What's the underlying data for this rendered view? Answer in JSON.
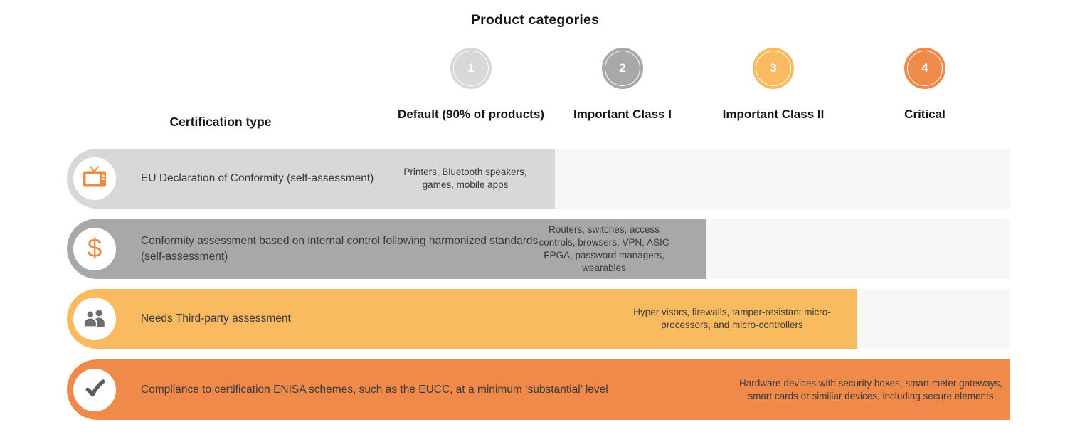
{
  "title": "Product categories",
  "certification_column": {
    "header": "Certification type"
  },
  "categories": [
    {
      "number": "1",
      "label": "Default (90% of products)",
      "color": "#d8d8d8"
    },
    {
      "number": "2",
      "label": "Important Class I",
      "color": "#a8a8a8"
    },
    {
      "number": "3",
      "label": "Important Class II",
      "color": "#f9ba60"
    },
    {
      "number": "4",
      "label": "Critical",
      "color": "#ef8a4b"
    }
  ],
  "rows": [
    {
      "icon": "tv-icon",
      "certification": "EU Declaration of Conformity (self-assessment)",
      "products": "Printers, Bluetooth speakers, games, mobile apps",
      "spans_through_column": "Default (90% of products)",
      "color": "#d8d8d8"
    },
    {
      "icon": "dollar-icon",
      "certification": "Conformity assessment based on internal control following harmonized standards (self-assessment)",
      "products": "Routers, switches, access controls, browsers, VPN, ASIC FPGA, password managers, wearables",
      "spans_through_column": "Important Class I",
      "color": "#a8a8a8"
    },
    {
      "icon": "people-icon",
      "certification": "Needs Third-party assessment",
      "products": "Hyper visors, firewalls, tamper-resistant micro-processors, and micro-controllers",
      "spans_through_column": "Important Class II",
      "color": "#f9ba60"
    },
    {
      "icon": "check-icon",
      "certification": "Compliance to certification ENISA schemes, such as the EUCC, at a minimum ‘substantial’ level",
      "products": "Hardware devices with security boxes, smart meter gateways, smart cards or similiar devices, including secure elements",
      "spans_through_column": "Critical",
      "color": "#ef8a4b"
    }
  ]
}
